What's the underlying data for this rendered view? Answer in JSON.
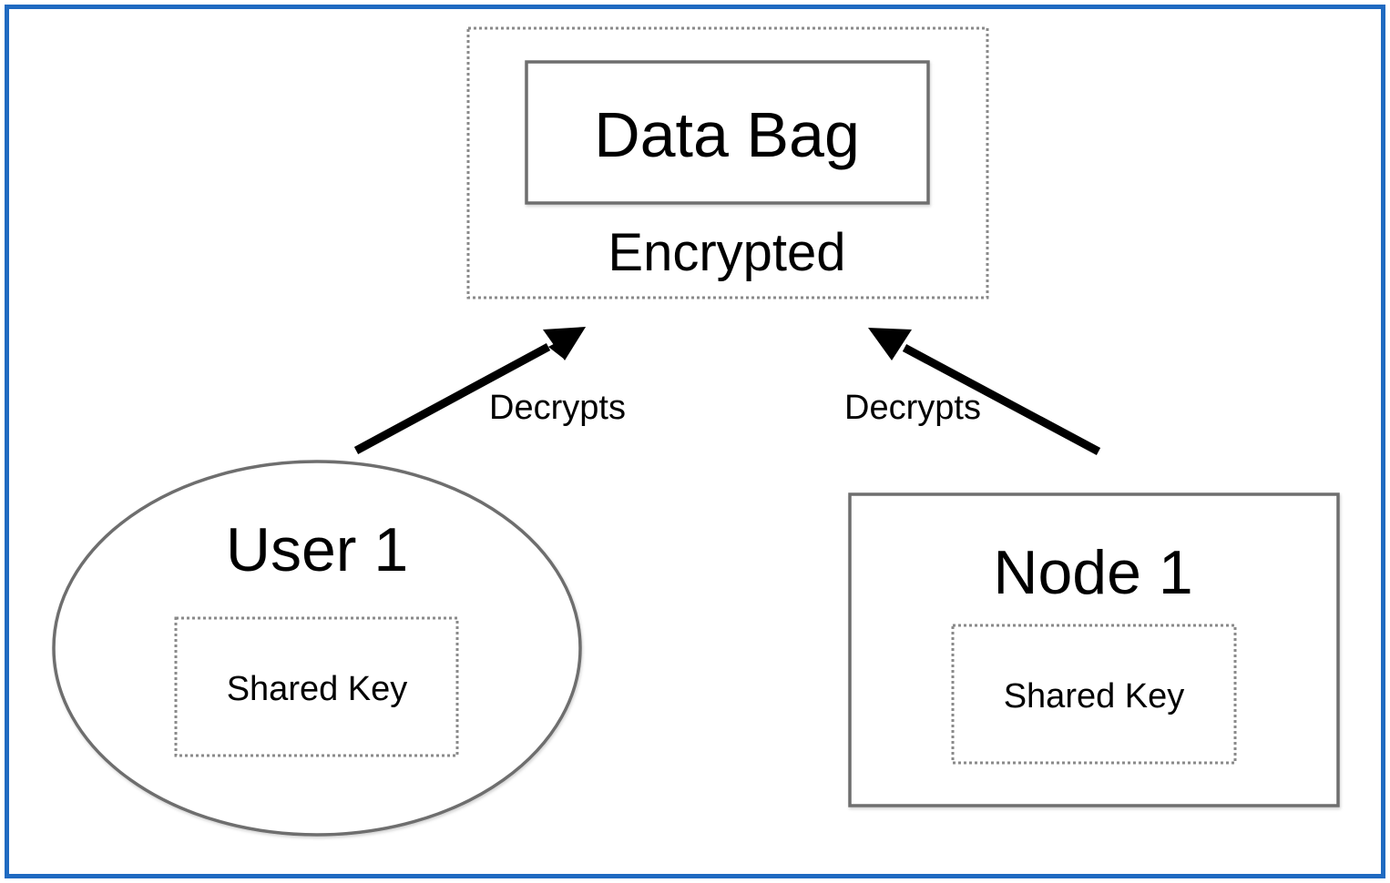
{
  "data_bag": {
    "title": "Data Bag",
    "state": "Encrypted"
  },
  "user": {
    "title": "User 1",
    "key_label": "Shared Key"
  },
  "node": {
    "title": "Node 1",
    "key_label": "Shared Key"
  },
  "edges": {
    "user_to_bag": "Decrypts",
    "node_to_bag": "Decrypts"
  },
  "colors": {
    "frame": "#1f6ac1",
    "shape_stroke": "#6e6e6e",
    "dotted_stroke": "#8a8a8a",
    "arrow": "#000000"
  }
}
